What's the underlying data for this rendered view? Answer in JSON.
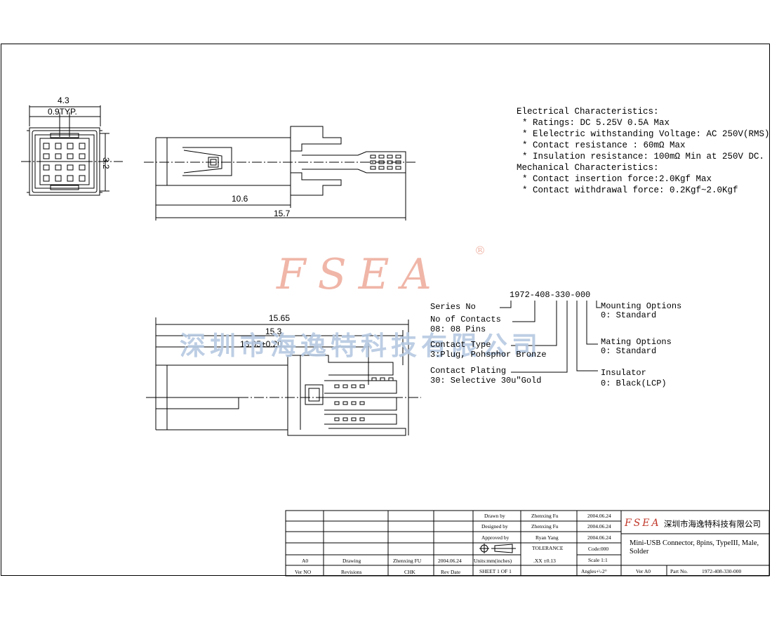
{
  "top_view": {
    "dim_width": "4.3",
    "dim_pitch": "0.9TYP.",
    "dim_height": "3.2"
  },
  "side_view": {
    "dim_body": "10.6",
    "dim_overall": "15.7"
  },
  "bottom_view": {
    "dim_overall": "15.65",
    "dim_mid": "15.3",
    "dim_contact": "13.05±0.20"
  },
  "characteristics": {
    "electrical_title": "Electrical Characteristics:",
    "electrical": [
      "* Ratings: DC 5.25V 0.5A Max",
      "* Elelectric withstanding Voltage: AC 250V(RMS)",
      "* Contact resistance : 60mΩ Max",
      "* Insulation resistance: 100mΩ Min at 250V DC."
    ],
    "mechanical_title": "Mechanical Characteristics:",
    "mechanical": [
      "* Contact insertion force:2.0Kgf Max",
      "* Contact withdrawal force: 0.2Kgf~2.0Kgf"
    ]
  },
  "watermark": {
    "brand": "FSEA",
    "registered": "®",
    "company_cn": "深圳市海逸特科技有限公司"
  },
  "part_number": {
    "code": "1972-408-330-000",
    "series_no": "Series No",
    "contacts_title": "No of Contacts",
    "contacts_value": "08: 08 Pins",
    "type_title": "Contact Type",
    "type_value": "3:Plug, Pohsphor Bronze",
    "plating_title": "Contact Plating",
    "plating_value": "30: Selective 30u\"Gold",
    "mounting_title": "Mounting Options",
    "mounting_value": "0: Standard",
    "mating_title": "Mating Options",
    "mating_value": "0: Standard",
    "insulator_title": "Insulator",
    "insulator_value": "0: Black(LCP)"
  },
  "title_block": {
    "drawn_label": "Drawn by",
    "drawn_name": "Zhenxing Fu",
    "drawn_date": "2004.06.24",
    "designed_label": "Designed by",
    "designed_name": "Zhenxing Fu",
    "designed_date": "2004.06.24",
    "approved_label": "Approved by",
    "approved_name": "Ryan Yang",
    "approved_date": "2004.06.24",
    "tolerance_label": "TOLERANCE",
    "code": "Code:000",
    "units": "Units:mm(inches)",
    "tolerance_value": ".XX  ±0.13",
    "scale": "Scale 1:1",
    "sheet": "SHEET 1 OF 1",
    "angles": "Angles+\\-2°",
    "rev_ver": "A0",
    "rev_desc": "Drawing",
    "rev_by": "Zhenxing FU",
    "rev_date": "2004.06.24",
    "hdr_ver": "Ver NO",
    "hdr_revisions": "Revisions",
    "hdr_chk": "CHK",
    "hdr_date": "Rev Date",
    "company_logo": "FSEA",
    "company_name": "深圳市海逸特科技有限公司",
    "description": "Mini-USB Connector, 8pins, TypeIII, Male, Solder",
    "ver": "Ver A0",
    "part_no_label": "Part No.",
    "part_no": "1972-408-330-000"
  }
}
